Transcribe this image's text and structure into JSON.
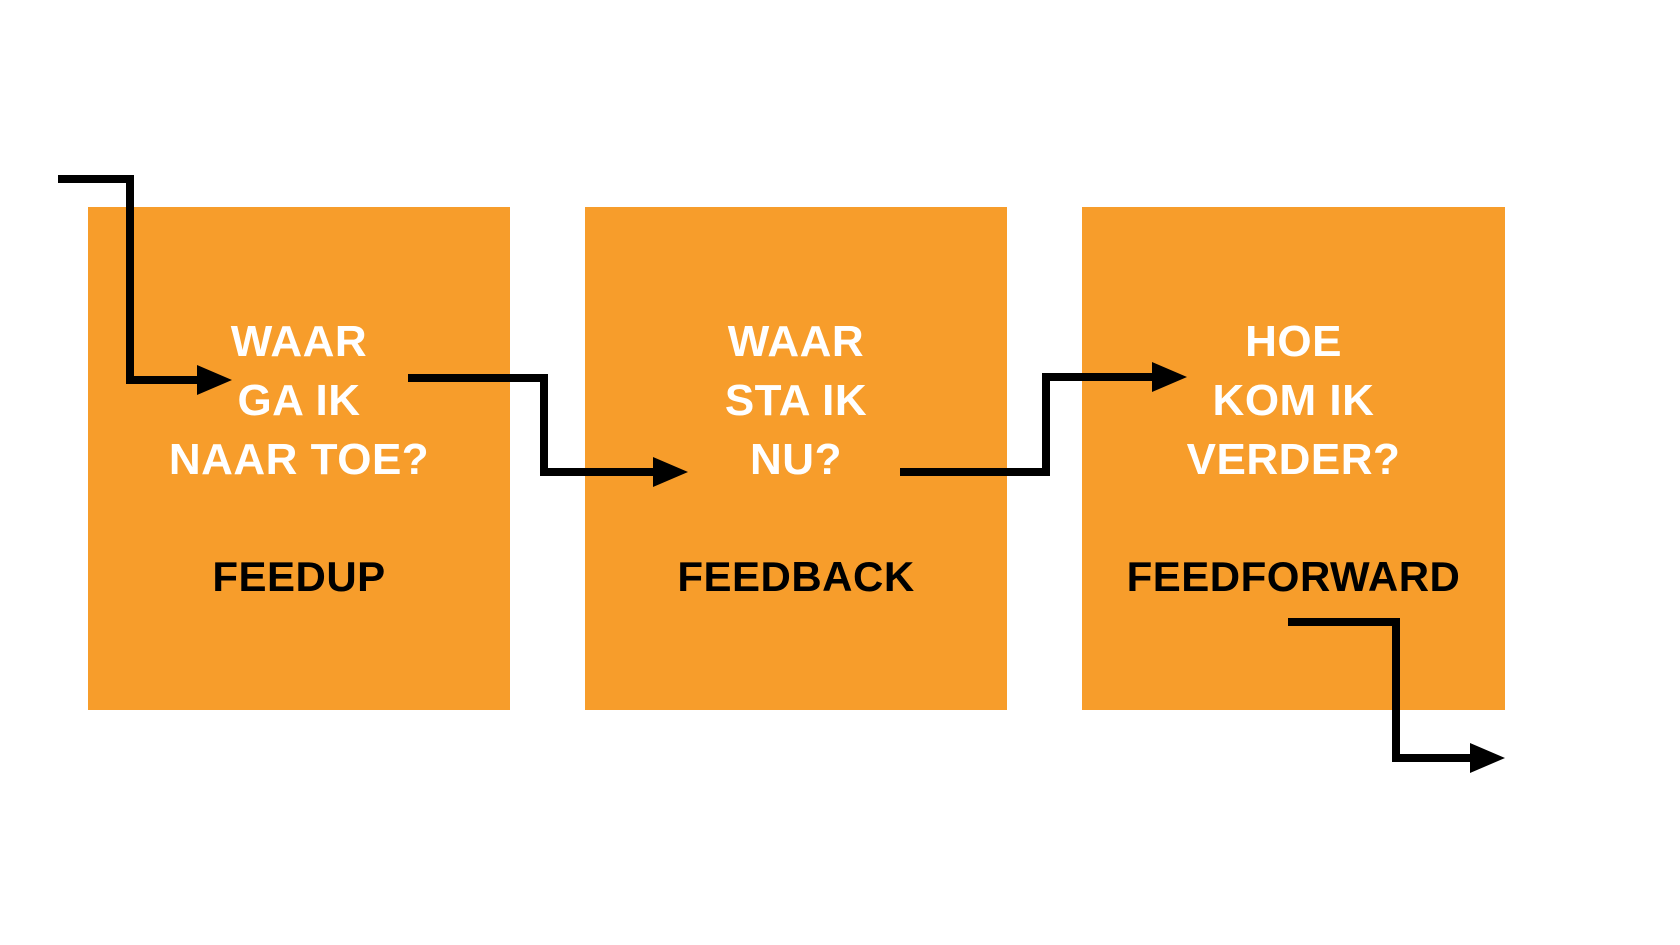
{
  "colors": {
    "background": "#FFFFFF",
    "box_fill": "#F79D2B",
    "question_text": "#FFFFFF",
    "label_text": "#000000",
    "arrow": "#000000"
  },
  "diagram": {
    "boxes": [
      {
        "id": "feedup",
        "question_lines": [
          "WAAR",
          "GA IK",
          "NAAR TOE?"
        ],
        "label": "FEEDUP"
      },
      {
        "id": "feedback",
        "question_lines": [
          "WAAR",
          "STA IK",
          "NU?"
        ],
        "label": "FEEDBACK"
      },
      {
        "id": "feedforward",
        "question_lines": [
          "HOE",
          "KOM IK",
          "VERDER?"
        ],
        "label": "FEEDFORWARD"
      }
    ],
    "arrows": [
      {
        "name": "entry-arrow",
        "from": "outside-top-left",
        "to": "feedup"
      },
      {
        "name": "feedup-to-feedback-arrow",
        "from": "feedup",
        "to": "feedback"
      },
      {
        "name": "feedback-to-feedforward-arrow",
        "from": "feedback",
        "to": "feedforward"
      },
      {
        "name": "exit-arrow",
        "from": "feedforward",
        "to": "outside-bottom-right"
      }
    ]
  }
}
